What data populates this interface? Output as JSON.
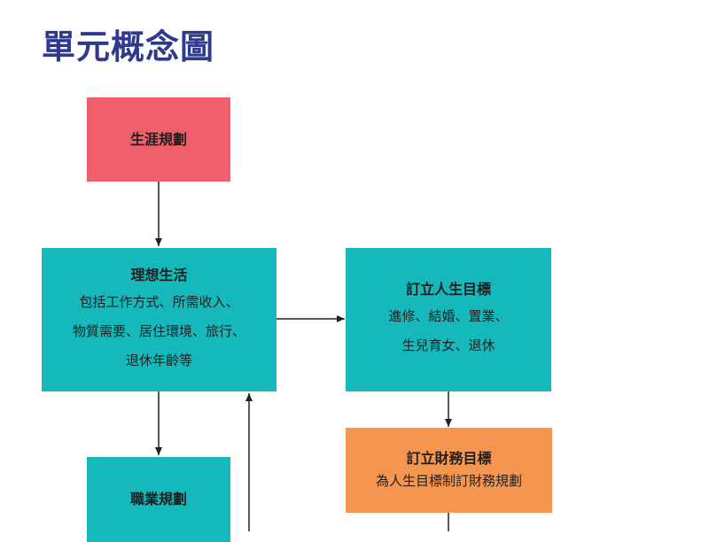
{
  "title": "單元概念圖",
  "nodes": {
    "career_planning": {
      "label": "生涯規劃"
    },
    "ideal_life": {
      "label": "理想生活",
      "description": "包括工作方式、所需收入、\n物質需要、居住環境、旅行、\n退休年齡等"
    },
    "life_goals": {
      "label": "訂立人生目標",
      "description": "進修、結婚、置業、\n生兒育女、退休"
    },
    "financial_goals": {
      "label": "訂立財務目標",
      "description": "為人生目標制訂財務規劃"
    },
    "job_planning": {
      "label": "職業規劃"
    }
  },
  "colors": {
    "title": "#2f3a8f",
    "red_box": "#f0606c",
    "teal_box": "#16b9bb",
    "orange_box": "#f59650",
    "arrow": "#222222"
  }
}
